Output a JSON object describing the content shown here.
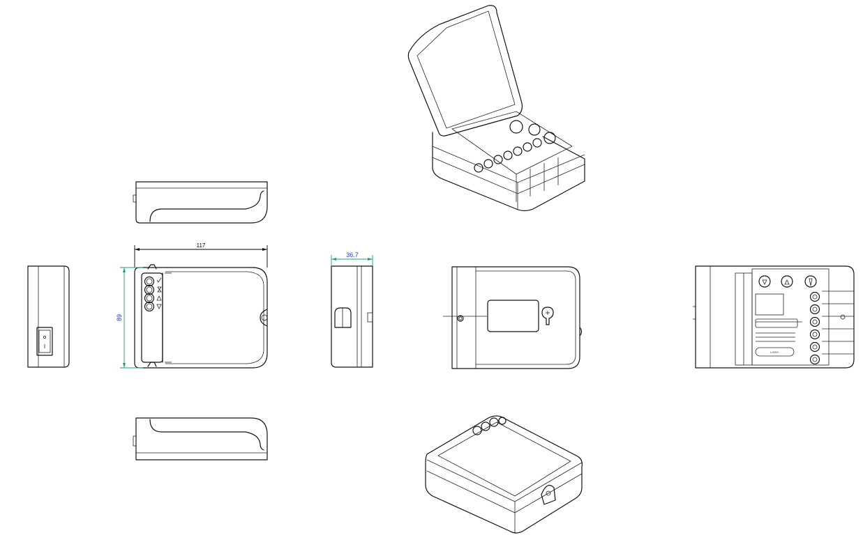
{
  "dimensions": {
    "width": "117",
    "height": "89",
    "depth": "36.7"
  },
  "colors": {
    "outline": "#111111",
    "dimension_depth": "#1f3bd6",
    "dimension_height": "#1f3bd6",
    "extension_lines": "#1aa37a"
  },
  "open_view_labels": {
    "brand": "LOGO"
  },
  "views": [
    "top-view",
    "left-side-view",
    "front-view",
    "right-side-view",
    "back-view",
    "inside-view",
    "bottom-view",
    "isometric-open-view",
    "isometric-closed-view"
  ]
}
